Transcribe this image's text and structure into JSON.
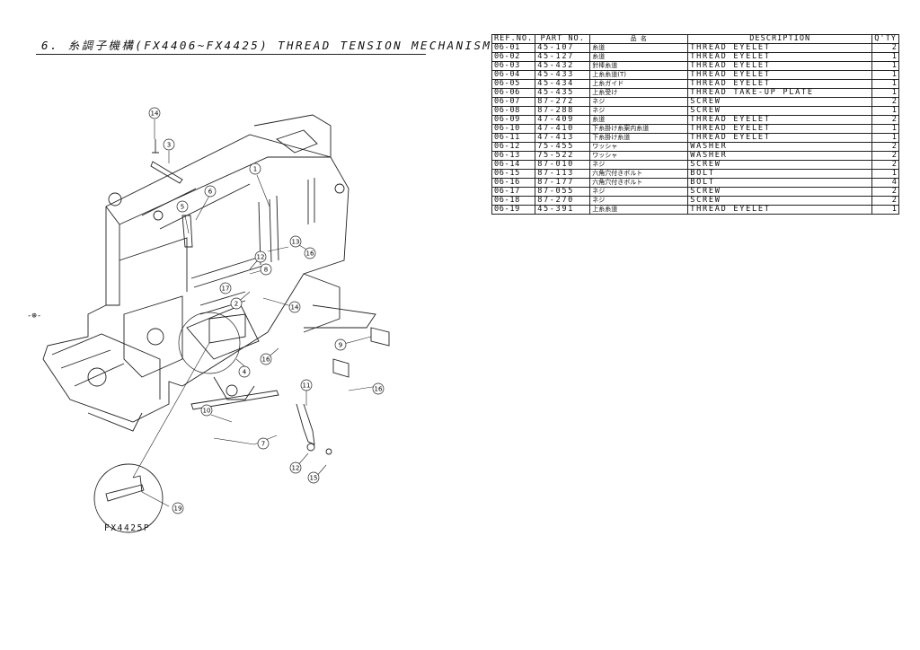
{
  "page": {
    "title": "6. 糸調子機構(FX4406~FX4425) THREAD TENSION MECHANISM",
    "center_mark": "-⊕-",
    "model_label": "FX4425P"
  },
  "diagram": {
    "callouts": [
      "14",
      "3",
      "1",
      "6",
      "5",
      "12",
      "13",
      "16",
      "8",
      "17",
      "2",
      "14",
      "9",
      "16",
      "4",
      "16",
      "11",
      "10",
      "7",
      "12",
      "15",
      "19"
    ]
  },
  "table": {
    "headers": [
      "REF.NO.",
      "PART NO.",
      "品 名",
      "DESCRIPTION",
      "Q'TY"
    ],
    "rows": [
      {
        "ref": "06-01",
        "part": "45-107",
        "name": "糸道",
        "desc": "THREAD EYELET",
        "qty": "2"
      },
      {
        "ref": "06-02",
        "part": "45-127",
        "name": "糸道",
        "desc": "THREAD EYELET",
        "qty": "1"
      },
      {
        "ref": "06-03",
        "part": "45-432",
        "name": "針棒糸道",
        "desc": "THREAD EYELET",
        "qty": "1"
      },
      {
        "ref": "06-04",
        "part": "45-433",
        "name": "上糸糸道(T)",
        "desc": "THREAD EYELET",
        "qty": "1"
      },
      {
        "ref": "06-05",
        "part": "45-434",
        "name": "上糸ガイド",
        "desc": "THREAD EYELET",
        "qty": "1"
      },
      {
        "ref": "06-06",
        "part": "45-435",
        "name": "上糸受け",
        "desc": "THREAD TAKE-UP PLATE",
        "qty": "1"
      },
      {
        "ref": "06-07",
        "part": "87-272",
        "name": "ネジ",
        "desc": "SCREW",
        "qty": "2"
      },
      {
        "ref": "06-08",
        "part": "87-288",
        "name": "ネジ",
        "desc": "SCREW",
        "qty": "1"
      },
      {
        "ref": "06-09",
        "part": "47-409",
        "name": "糸道",
        "desc": "THREAD EYELET",
        "qty": "2"
      },
      {
        "ref": "06-10",
        "part": "47-410",
        "name": "下糸掛け糸案内糸道",
        "desc": "THREAD EYELET",
        "qty": "1"
      },
      {
        "ref": "06-11",
        "part": "47-413",
        "name": "下糸掛け糸道",
        "desc": "THREAD EYELET",
        "qty": "1"
      },
      {
        "ref": "06-12",
        "part": "75-455",
        "name": "ワッシャ",
        "desc": "WASHER",
        "qty": "2"
      },
      {
        "ref": "06-13",
        "part": "75-522",
        "name": "ワッシャ",
        "desc": "WASHER",
        "qty": "2"
      },
      {
        "ref": "06-14",
        "part": "87-010",
        "name": "ネジ",
        "desc": "SCREW",
        "qty": "2"
      },
      {
        "ref": "06-15",
        "part": "87-113",
        "name": "六角穴付きボルト",
        "desc": "BOLT",
        "qty": "1"
      },
      {
        "ref": "06-16",
        "part": "87-177",
        "name": "六角穴付きボルト",
        "desc": "BOLT",
        "qty": "4"
      },
      {
        "ref": "06-17",
        "part": "87-055",
        "name": "ネジ",
        "desc": "SCREW",
        "qty": "2"
      },
      {
        "ref": "06-18",
        "part": "87-270",
        "name": "ネジ",
        "desc": "SCREW",
        "qty": "2"
      },
      {
        "ref": "06-19",
        "part": "45-391",
        "name": "上糸糸道",
        "desc": "THREAD EYELET",
        "qty": "1"
      }
    ]
  }
}
